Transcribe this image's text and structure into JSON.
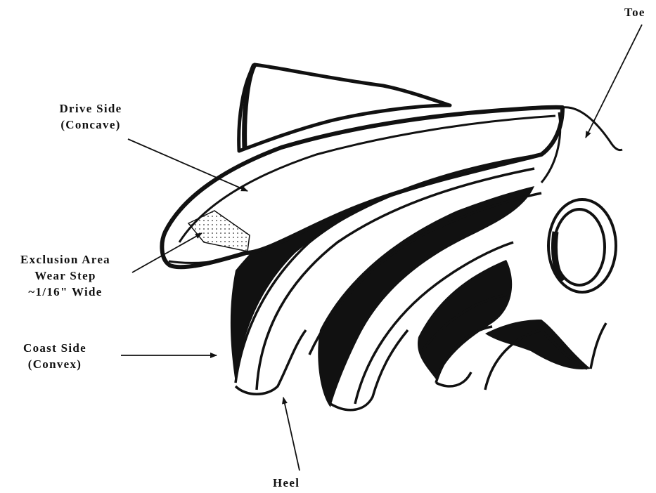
{
  "diagram": {
    "labels": {
      "toe": "Toe",
      "drive_line1": "Drive Side",
      "drive_line2": "(Concave)",
      "exclusion_line1": "Exclusion Area",
      "exclusion_line2": "Wear Step",
      "exclusion_line3": "~1/16\" Wide",
      "coast_line1": "Coast Side",
      "coast_line2": "(Convex)",
      "heel": "Heel"
    },
    "colors": {
      "ink": "#111111",
      "paper": "#ffffff"
    }
  }
}
